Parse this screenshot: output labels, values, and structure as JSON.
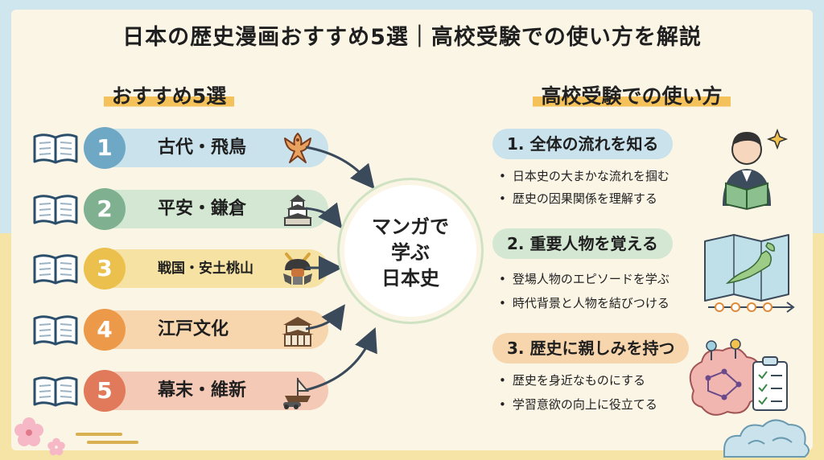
{
  "title": "日本の歴史漫画おすすめ5選｜高校受験での使い方を解説",
  "left_section": {
    "title": "おすすめ5選",
    "items": [
      {
        "number": "1",
        "label": "古代・飛鳥",
        "icon": "phoenix-icon",
        "color": "#6fa8c4",
        "pill_color": "#c9e2ec"
      },
      {
        "number": "2",
        "label": "平安・鎌倉",
        "icon": "castle-icon",
        "color": "#7fb08f",
        "pill_color": "#d3e7d2"
      },
      {
        "number": "3",
        "label": "戦国・安土桃山",
        "icon": "samurai-helmet-icon",
        "color": "#ecc04c",
        "pill_color": "#f6e2a3"
      },
      {
        "number": "4",
        "label": "江戸文化",
        "icon": "edo-building-icon",
        "color": "#ec9a4a",
        "pill_color": "#f7d5ad"
      },
      {
        "number": "5",
        "label": "幕末・維新",
        "icon": "ship-cannon-icon",
        "color": "#e07a5a",
        "pill_color": "#f4c9b6"
      }
    ]
  },
  "center": {
    "line1": "マンガで",
    "line2": "学ぶ",
    "line3": "日本史"
  },
  "right_section": {
    "title": "高校受験での使い方",
    "items": [
      {
        "heading": "1. 全体の流れを知る",
        "bullets": [
          "日本史の大まかな流れを掴む",
          "歴史の因果関係を理解する"
        ],
        "icon": "student-reading-icon",
        "color": "#c9e2ec"
      },
      {
        "heading": "2. 重要人物を覚える",
        "bullets": [
          "登場人物のエピソードを学ぶ",
          "時代背景と人物を結びつける"
        ],
        "icon": "japan-map-icon",
        "color": "#d3e7d2"
      },
      {
        "heading": "3. 歴史に親しみを持つ",
        "bullets": [
          "歴史を身近なものにする",
          "学習意欲の向上に役立てる"
        ],
        "icon": "brain-network-icon",
        "color": "#f7d5ad"
      }
    ]
  }
}
